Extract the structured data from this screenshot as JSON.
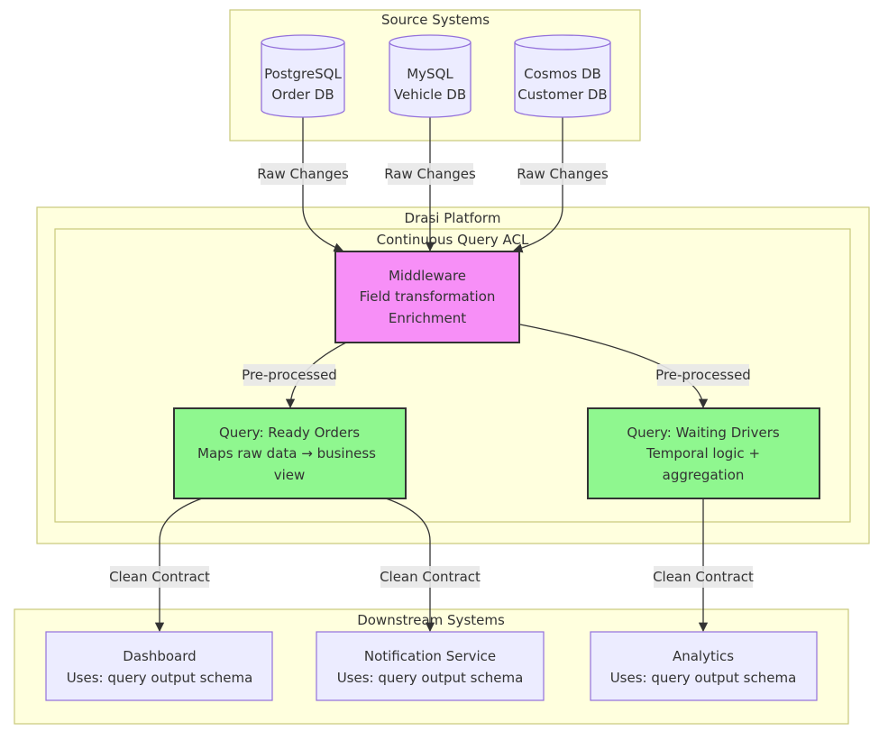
{
  "groups": {
    "source": "Source Systems",
    "platform": "Drasi Platform",
    "acl": "Continuous Query ACL",
    "downstream": "Downstream Systems"
  },
  "sources": [
    {
      "line1": "PostgreSQL",
      "line2": "Order DB"
    },
    {
      "line1": "MySQL",
      "line2": "Vehicle DB"
    },
    {
      "line1": "Cosmos DB",
      "line2": "Customer DB"
    }
  ],
  "middleware": [
    "Middleware",
    "Field transformation",
    "Enrichment"
  ],
  "queries": [
    {
      "lines": [
        "Query: Ready Orders",
        "Maps raw data → business",
        "view"
      ]
    },
    {
      "lines": [
        "Query: Waiting Drivers",
        "Temporal logic +",
        "aggregation"
      ]
    }
  ],
  "downstream": [
    {
      "line1": "Dashboard",
      "line2": "Uses: query output schema"
    },
    {
      "line1": "Notification Service",
      "line2": "Uses: query output schema"
    },
    {
      "line1": "Analytics",
      "line2": "Uses: query output schema"
    }
  ],
  "edge_labels": {
    "raw": "Raw Changes",
    "pre": "Pre-processed",
    "clean": "Clean Contract"
  },
  "colors": {
    "group_fill": "#ffffde",
    "node_fill": "#ececff",
    "middleware_fill": "#f78ff7",
    "query_fill": "#8ff78f"
  }
}
